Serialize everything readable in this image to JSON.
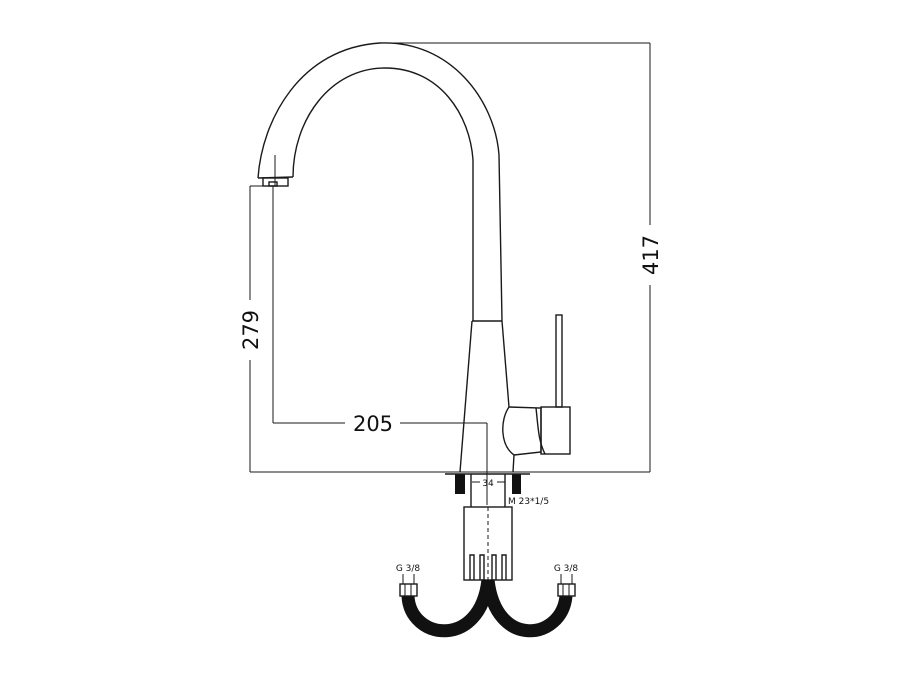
{
  "title": "Faucet technical drawing",
  "dimensions": {
    "total_height": "417",
    "spout_height": "279",
    "spout_reach": "205",
    "shank_width": "34",
    "thread": "M 23*1/5"
  },
  "connections": {
    "left_fitting": "G 3/8",
    "right_fitting": "G 3/8"
  },
  "colors": {
    "line": "#1a1a1a",
    "hose": "#111111"
  }
}
